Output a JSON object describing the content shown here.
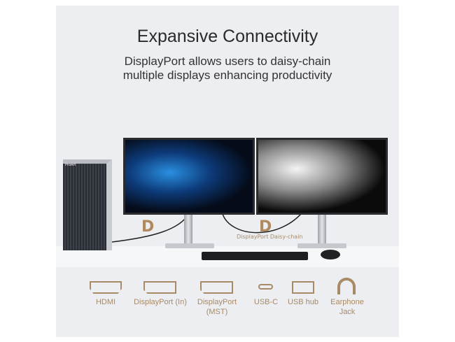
{
  "header": {
    "title": "Expansive Connectivity",
    "subtitle_line1": "DisplayPort allows users to daisy-chain",
    "subtitle_line2": "multiple displays enhancing productivity"
  },
  "scene": {
    "tower_brand": "ProArt",
    "dp_caption": "DisplayPort  Daisy-chain",
    "dp_logo": "D"
  },
  "ports": [
    {
      "label": "HDMI",
      "icon": "hdmi-port-icon"
    },
    {
      "label": "DisplayPort (In)",
      "icon": "displayport-icon"
    },
    {
      "label": "DisplayPort (MST)",
      "label_line1": "DisplayPort",
      "label_line2": "(MST)",
      "icon": "displayport-icon"
    },
    {
      "label": "USB-C",
      "icon": "usb-c-icon"
    },
    {
      "label": "USB hub",
      "icon": "usb-a-icon"
    },
    {
      "label": "Earphone Jack",
      "label_line1": "Earphone",
      "label_line2": "Jack",
      "icon": "headphone-icon"
    }
  ],
  "colors": {
    "accent": "#a88a66",
    "background": "#eceef1"
  }
}
